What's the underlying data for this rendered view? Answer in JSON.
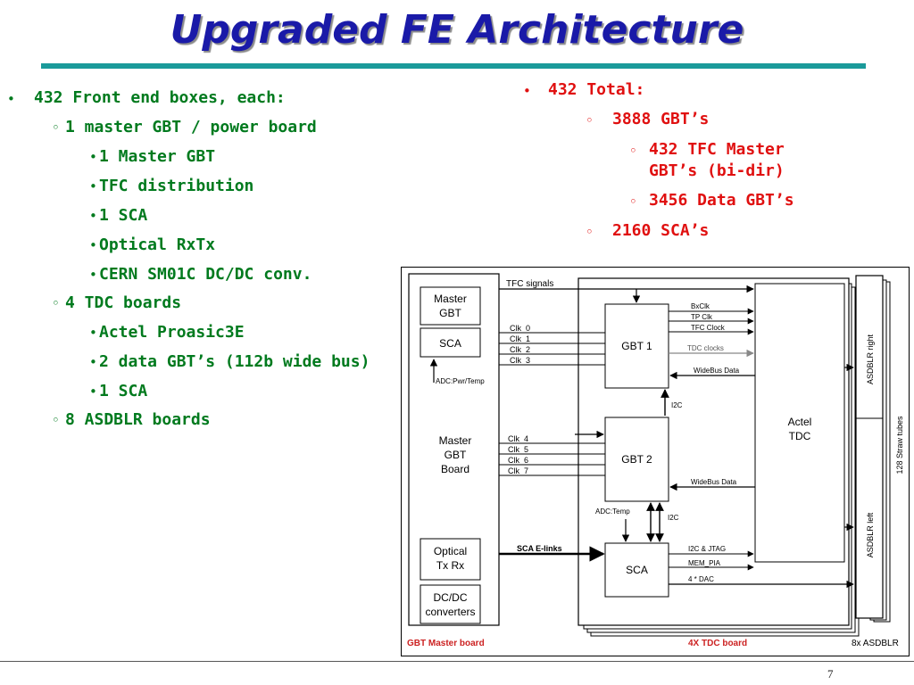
{
  "slide": {
    "title": "Upgraded FE Architecture",
    "page_number": "7"
  },
  "left_list": {
    "item1": "432 Front end boxes, each:",
    "sub1": "1 master GBT / power board",
    "sub1_items": [
      "1 Master GBT",
      "TFC distribution",
      "1 SCA",
      "Optical RxTx",
      "CERN SM01C DC/DC conv."
    ],
    "sub2": "4 TDC boards",
    "sub2_items": [
      "Actel Proasic3E",
      "2 data GBT’s (112b wide bus)",
      "1 SCA"
    ],
    "sub3": "8 ASDBLR boards"
  },
  "right_list": {
    "item1": "432 Total:",
    "sub1": "3888 GBT’s",
    "sub1_items": [
      "432 TFC Master",
      "GBT’s (bi-dir)",
      "3456 Data GBT’s"
    ],
    "sub2": "2160 SCA’s"
  },
  "diagram": {
    "master_gbt": [
      "Master",
      "GBT"
    ],
    "sca": "SCA",
    "adc_pwr_temp": "ADC:Pwr/Temp",
    "master_gbt_board": [
      "Master",
      "GBT",
      "Board"
    ],
    "optical": [
      "Optical",
      "Tx Rx"
    ],
    "dcdc": [
      "DC/DC",
      "converters"
    ],
    "gbt_master_board_label": "GBT Master board",
    "tfc_signals": "TFC signals",
    "clk_top": [
      "Clk_0",
      "Clk_1",
      "Clk_2",
      "Clk_3"
    ],
    "clk_bottom": [
      "Clk_4",
      "Clk_5",
      "Clk_6",
      "Clk_7"
    ],
    "sca_elinks": "SCA E-links",
    "gbt1": "GBT 1",
    "gbt2": "GBT 2",
    "sca2": "SCA",
    "bxclk": "BxClk",
    "tp_clk": "TP Clk",
    "tfc_clock": "TFC Clock",
    "tdc_clocks": "TDC clocks",
    "widebus_data_1": "WideBus Data",
    "widebus_data_2": "WideBus Data",
    "i2c_1": "I2C",
    "i2c_2": "I2C",
    "adc_temp": "ADC:Temp",
    "i2c_jtag": "I2C & JTAG",
    "mem_pia": "MEM_PIA",
    "dac": "4 * DAC",
    "actel": [
      "Actel",
      "TDC"
    ],
    "asdblr_right": "ASDBLR right",
    "asdblr_left": "ASDBLR left",
    "straw_tubes": "128 Straw tubes",
    "tdc_board_label": "4X TDC board",
    "asdblr_label": "8x ASDBLR"
  },
  "colors": {
    "title": "#1a1aa8",
    "rule": "#1a9a9a",
    "green_text": "#007a1e",
    "red_text": "#e01010",
    "diagram_label_red": "#cc2222"
  }
}
